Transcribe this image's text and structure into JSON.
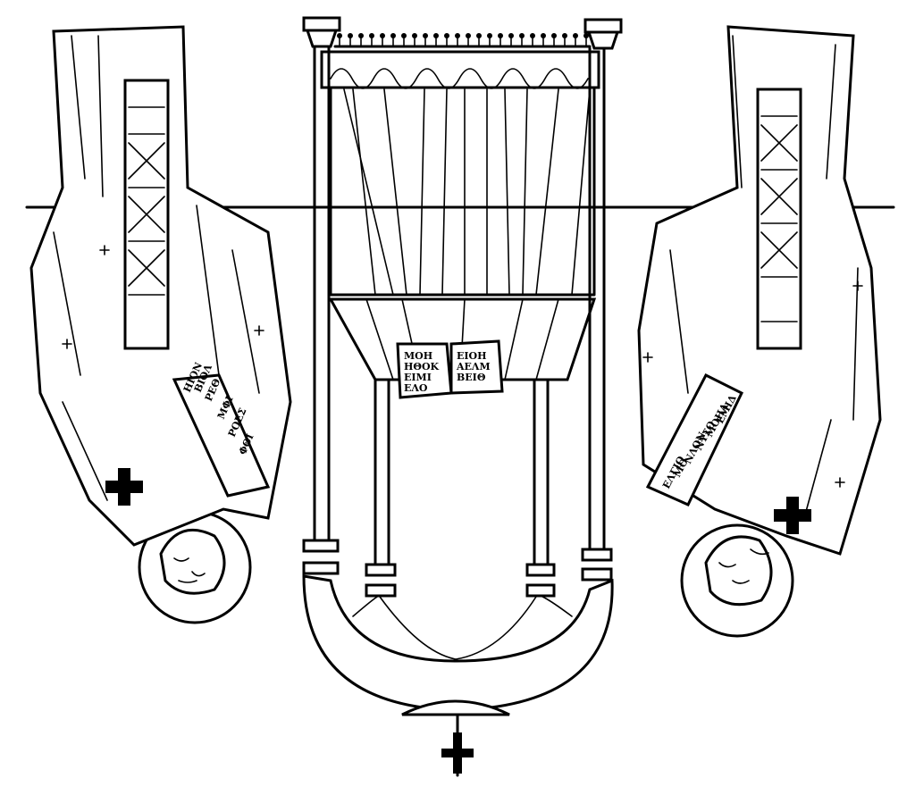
{
  "artwork": {
    "description_kind": "line-art",
    "ink_color": "#000000",
    "paper_color": "#ffffff",
    "orientation": "upside-down"
  },
  "center_book": {
    "left_page_lines": [
      "ΜΟΗ",
      "ΗΘΟΚ",
      "ΕΙΜΙ",
      "ΕΛΟ"
    ],
    "right_page_lines": [
      "ΕΙΟΗ",
      "ΑΕΛΜ",
      "ΒΕΙΘ"
    ]
  },
  "left_scroll_lines": [
    "ΗΙΟΝ",
    "ΒΙΟΛ",
    "ΡΕΘ",
    "ΜΦΙ",
    "ΡΟΕΣ",
    "ΦΘΙ"
  ],
  "right_scroll_lines": [
    "ΕΜΙΔ",
    "ΜΟΗΑ",
    "ΝΥΣΟ",
    "ΝΛΟΝ",
    "ΜΟ",
    "ΕΛΓΙΟ"
  ]
}
